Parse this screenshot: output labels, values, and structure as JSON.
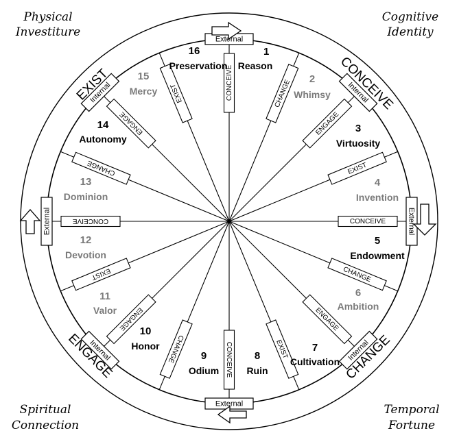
{
  "corners": {
    "top_left": [
      "Physical",
      "Investiture"
    ],
    "top_right": [
      "Cognitive",
      "Identity"
    ],
    "bottom_left": [
      "Spiritual",
      "Connection"
    ],
    "bottom_right": [
      "Temporal",
      "Fortune"
    ]
  },
  "ring_labels": {
    "exist": "EXIST",
    "conceive": "CONCEIVE",
    "change": "CHANGE",
    "engage": "ENGAGE"
  },
  "gate_labels": {
    "external": "External",
    "internal": "Internal"
  },
  "spoke_labels": {
    "conceive": "CONCEIVE",
    "change": "CHANGE",
    "engage": "ENGAGE",
    "exist": "EXIST"
  },
  "shards": [
    {
      "num": "1",
      "name": "Reason",
      "tone": "dark"
    },
    {
      "num": "2",
      "name": "Whimsy",
      "tone": "light"
    },
    {
      "num": "3",
      "name": "Virtuosity",
      "tone": "dark"
    },
    {
      "num": "4",
      "name": "Invention",
      "tone": "light"
    },
    {
      "num": "5",
      "name": "Endowment",
      "tone": "dark"
    },
    {
      "num": "6",
      "name": "Ambition",
      "tone": "light"
    },
    {
      "num": "7",
      "name": "Cultivation",
      "tone": "dark"
    },
    {
      "num": "8",
      "name": "Ruin",
      "tone": "dark"
    },
    {
      "num": "9",
      "name": "Odium",
      "tone": "dark"
    },
    {
      "num": "10",
      "name": "Honor",
      "tone": "dark"
    },
    {
      "num": "11",
      "name": "Valor",
      "tone": "light"
    },
    {
      "num": "12",
      "name": "Devotion",
      "tone": "light"
    },
    {
      "num": "13",
      "name": "Dominion",
      "tone": "light"
    },
    {
      "num": "14",
      "name": "Autonomy",
      "tone": "dark"
    },
    {
      "num": "15",
      "name": "Mercy",
      "tone": "light"
    },
    {
      "num": "16",
      "name": "Preservation",
      "tone": "dark"
    }
  ]
}
